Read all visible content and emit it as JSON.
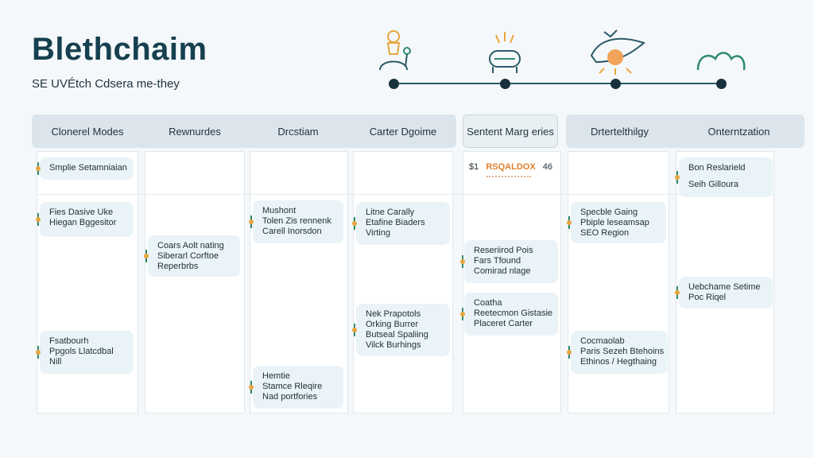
{
  "header": {
    "title": "Blethchaim",
    "subtitle": "SE UVÉtch Cdsera me-they"
  },
  "timeline": {
    "icons": [
      "lantern-icon",
      "bulb-icon",
      "sun-icon",
      "cloud-icon"
    ],
    "accent": "#e7a53d",
    "line_color": "#2a5a66"
  },
  "columns": [
    {
      "label": "Clonerel Modes"
    },
    {
      "label": "Rewnurdes"
    },
    {
      "label": "Drcstiam"
    },
    {
      "label": "Carter Dgoime"
    },
    {
      "label": "Sentent Marg eries"
    },
    {
      "label": "Drtertelthilgy"
    },
    {
      "label": "Onterntzation"
    }
  ],
  "cards": {
    "c1a": [
      "Smplie Setamniaian"
    ],
    "c1b": [
      "Fies Dasive Uke",
      "Hiegan Bggesitor"
    ],
    "c1c": [
      "Fsatbourh",
      "Ppgols Llatcdbal",
      "Nill"
    ],
    "c2a": [
      "Coars Aolt nating",
      "Siberarl Corftoe",
      "Reperbrbs"
    ],
    "c3a": [
      "Mushont",
      "Tolen Zis rennenk",
      "Carell Inorsdon"
    ],
    "c3b": [
      "Hemtie",
      "Stamce Rleqire",
      "Nad portfories"
    ],
    "c4a": [
      "Litne Carally",
      "Etafine Biaders",
      "Virting"
    ],
    "c4b": [
      "Nek Prapotols",
      "Orking Burrer",
      "Butseal Spaliing",
      "Vilck Burhings"
    ],
    "c5a": [
      "Reseriirod Pois",
      "Fars Tfound",
      "Comirad nlage"
    ],
    "c5b": [
      "Coatha",
      "Reetecmon Gistasie",
      "Placeret Carter"
    ],
    "c6a": [
      "Specble Gaing",
      "Pbiple leseamsap",
      "SEO Region"
    ],
    "c6b": [
      "Cocmaolab",
      "Paris Sezeh Btehoins",
      "Ethinos / Hegthaing"
    ],
    "c7a": [
      "Bon Reslarield",
      "Seih Gilloura"
    ],
    "c7b": [
      "Uebchame Setime",
      "Poc Riqel"
    ]
  },
  "mini": {
    "left": "$1",
    "badge": "RSQALDOX",
    "right": "46"
  }
}
